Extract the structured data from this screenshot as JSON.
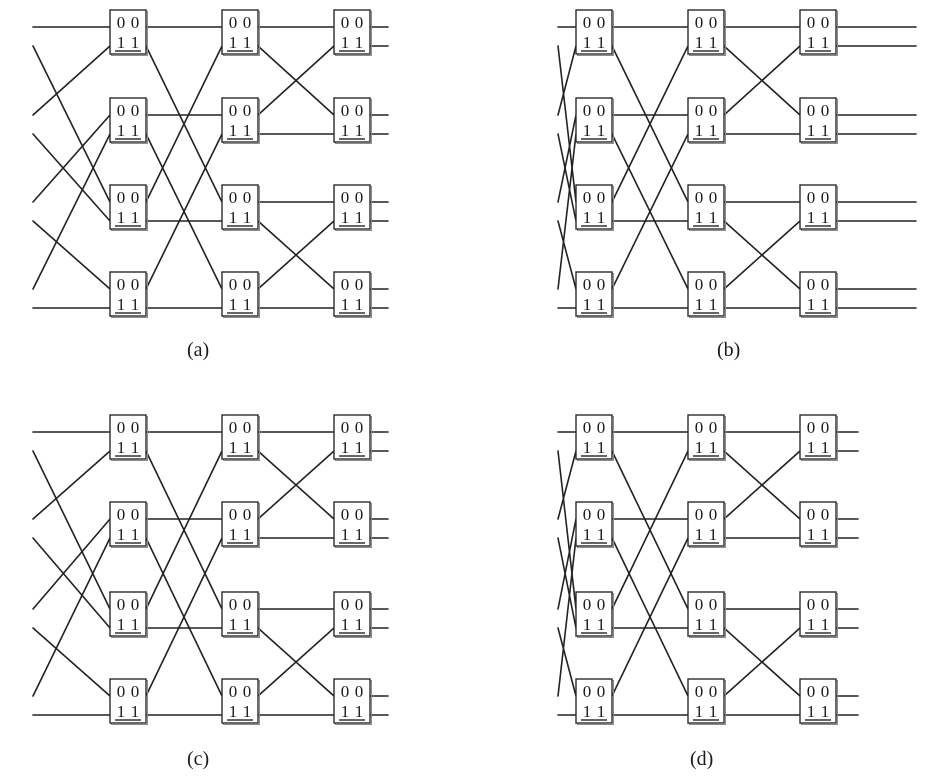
{
  "figure": {
    "switch_labels": {
      "top": [
        "0",
        "0"
      ],
      "bottom": [
        "1",
        "1"
      ]
    },
    "panels": [
      {
        "caption": "(a)",
        "stages": 3,
        "switches_per_stage": 4,
        "topology": "butterfly"
      },
      {
        "caption": "(b)",
        "stages": 3,
        "switches_per_stage": 4,
        "topology": "butterfly"
      },
      {
        "caption": "(c)",
        "stages": 3,
        "switches_per_stage": 4,
        "topology": "butterfly"
      },
      {
        "caption": "(d)",
        "stages": 3,
        "switches_per_stage": 4,
        "topology": "butterfly"
      }
    ]
  }
}
